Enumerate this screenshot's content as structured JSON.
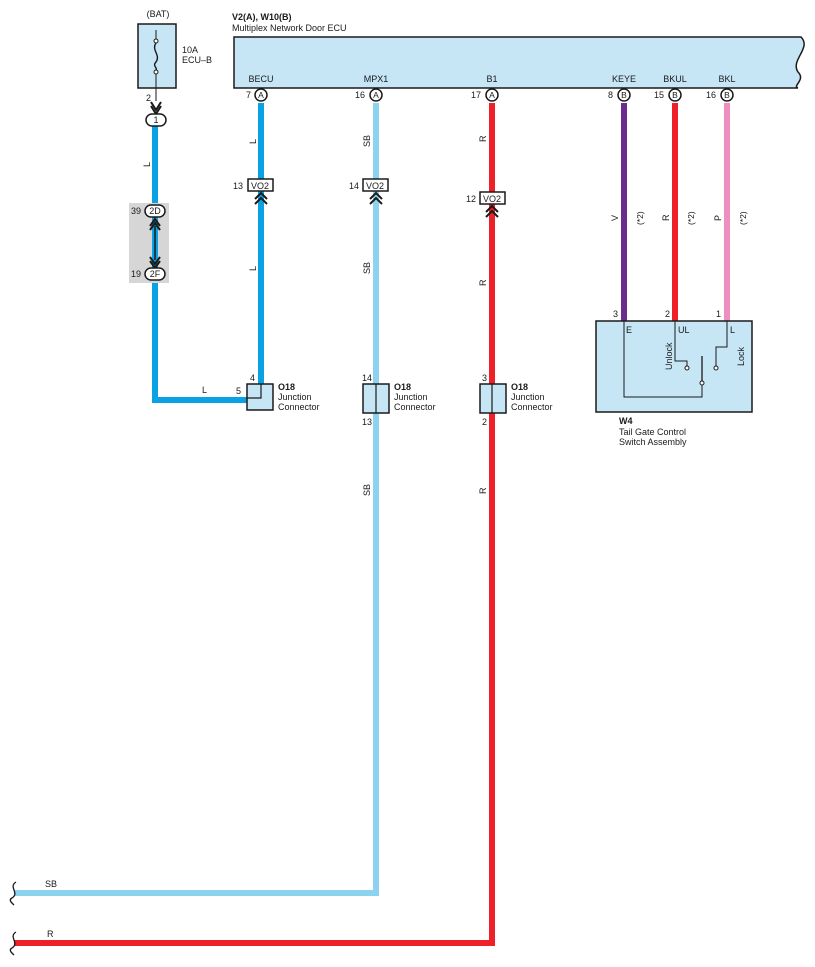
{
  "power_source": {
    "bat_label": "(BAT)",
    "fuse_rating": "10A",
    "fuse_name": "ECU–B",
    "fuse_pin": "2"
  },
  "ecu": {
    "title": "V2(A), W10(B)",
    "subtitle": "Multiplex Network Door ECU",
    "pins": [
      {
        "name": "BECU",
        "num": "7",
        "conn": "A"
      },
      {
        "name": "MPX1",
        "num": "16",
        "conn": "A"
      },
      {
        "name": "B1",
        "num": "17",
        "conn": "A"
      },
      {
        "name": "KEYE",
        "num": "8",
        "conn": "B"
      },
      {
        "name": "BKUL",
        "num": "15",
        "conn": "B"
      },
      {
        "name": "BKL",
        "num": "16",
        "conn": "B"
      }
    ]
  },
  "junction_pins": {
    "top": "1",
    "upper_num": "39",
    "upper": "2D",
    "lower_num": "19",
    "lower": "2F"
  },
  "vo2_connectors": [
    {
      "num": "13",
      "label": "VO2"
    },
    {
      "num": "14",
      "label": "VO2"
    },
    {
      "num": "12",
      "label": "VO2"
    }
  ],
  "wire_colors": {
    "L": "L",
    "SB": "SB",
    "R": "R",
    "V": "V",
    "P": "P",
    "note": "(*2)"
  },
  "o18_connectors": [
    {
      "code": "O18",
      "desc1": "Junction",
      "desc2": "Connector",
      "pin_top": "4",
      "pin_left": "5"
    },
    {
      "code": "O18",
      "desc1": "Junction",
      "desc2": "Connector",
      "pin_top": "14",
      "pin_bottom": "13"
    },
    {
      "code": "O18",
      "desc1": "Junction",
      "desc2": "Connector",
      "pin_top": "3",
      "pin_bottom": "2"
    }
  ],
  "switch": {
    "code": "W4",
    "name1": "Tail Gate Control",
    "name2": "Switch Assembly",
    "pins": [
      {
        "num": "3",
        "term": "E"
      },
      {
        "num": "2",
        "term": "UL"
      },
      {
        "num": "1",
        "term": "L"
      }
    ],
    "unlock": "Unlock",
    "lock": "Lock"
  },
  "colors": {
    "blue": "#0aa2e4",
    "sky_blue": "#8dd3ef",
    "red": "#ee2028",
    "violet": "#6a2c8e",
    "pink": "#f08fbf",
    "box_fill": "#c6e6f6",
    "junction_fill": "#d6d6d6"
  }
}
